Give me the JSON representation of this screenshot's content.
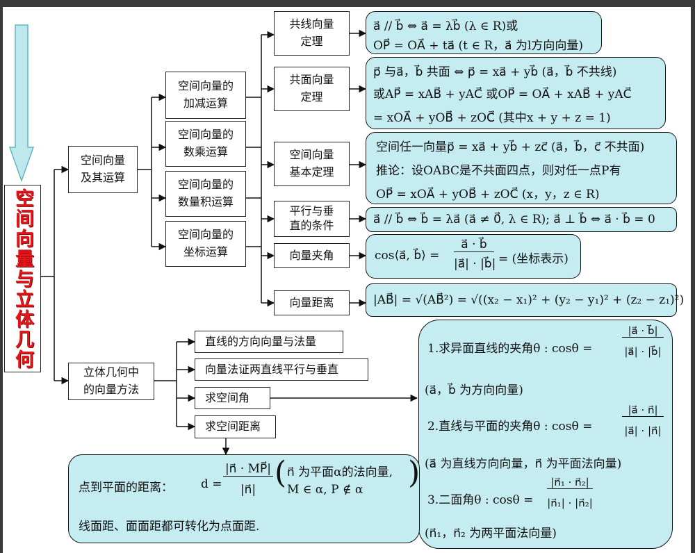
{
  "title": "空间向量与立体几何",
  "branches": {
    "ops": "空间向量 及其运算",
    "methods": "立体几何中 的向量方法"
  },
  "operations": [
    "空间向量的 加减运算",
    "空间向量的 数乘运算",
    "空间向量的 数量积运算",
    "空间向量的 坐标运算"
  ],
  "theorems": [
    "共线向量 定理",
    "共面向量 定理",
    "空间向量 基本定理",
    "平行与垂 直的条件",
    "向量夹角",
    "向量距离"
  ],
  "formulas": {
    "collinear": [
      "a⃗ // b⃗ ⇔ a⃗ = λb⃗ (λ ∈ R)或",
      "OP⃗ = OA⃗ + ta⃗ (t ∈ R，a⃗ 为l方向向量)"
    ],
    "coplanar": [
      "p⃗ 与a⃗，b⃗ 共面 ⇔ p⃗ = xa⃗ + yb⃗ (a⃗，b⃗ 不共线)",
      "或AP⃗ = xAB⃗ + yAC⃗ 或OP⃗ = OA⃗ + xAB⃗ + yAC⃗",
      "= xOA⃗ + yOB⃗ + zOC⃗ (其中x + y + z = 1)"
    ],
    "basic": [
      "空间任一向量p⃗ = xa⃗ + yb⃗ + zc⃗ (a⃗，b⃗，c⃗ 不共面)",
      "推论：设OABC是不共面四点，则对任一点P有",
      "OP⃗ = xOA⃗ + yOB⃗ + zOC⃗ (x，y，z ∈ R)"
    ],
    "parallel": "a⃗ // b⃗ ⇔ b⃗ = λa⃗ (a⃗ ≠ 0⃗, λ ∈ R); a⃗ ⊥ b⃗ ⇔ a⃗ · b⃗ = 0",
    "angle": {
      "lhs": "cos⟨a⃗, b⃗⟩ =",
      "num": "a⃗ · b⃗",
      "den": "|a⃗| · |b⃗|",
      "rhs": "= (坐标表示)"
    },
    "distance": "|AB⃗| = √(AB⃗²) = √((x₂ − x₁)² + (y₂ − y₁)² + (z₂ − z₁)²)"
  },
  "methods": [
    "直线的方向向量与法量",
    "向量法证两直线平行与垂直",
    "求空间角",
    "求空间距离"
  ],
  "angles_panel": {
    "l1": "1.求异面直线的夹角θ : cosθ =",
    "f1": {
      "num": "|a⃗ · b⃗|",
      "den": "|a⃗| · |b⃗|"
    },
    "n1": "(a⃗，b⃗ 为方向向量)",
    "l2": "2.直线与平面的夹角θ : cosθ =",
    "f2": {
      "num": "|a⃗ · n⃗|",
      "den": "|a⃗| · |n⃗|"
    },
    "n2": "(a⃗ 为直线方向向量，n⃗ 为平面法向量)",
    "l3": "3.二面角θ : cosθ =",
    "f3": {
      "num": "|n⃗₁ · n⃗₂|",
      "den": "|n⃗₁| · |n⃗₂|"
    },
    "n3": "(n⃗₁，n⃗₂ 为两平面法向量)"
  },
  "distance_panel": {
    "label": "点到平面的距离：",
    "d": "d =",
    "num": "|n⃗ · MP⃗|",
    "den": "|n⃗|",
    "cond1": "n⃗ 为平面α的法向量,",
    "cond2": "M ∈ α, P ∉ α",
    "note": "线面距、面面距都可转化为点面距."
  }
}
